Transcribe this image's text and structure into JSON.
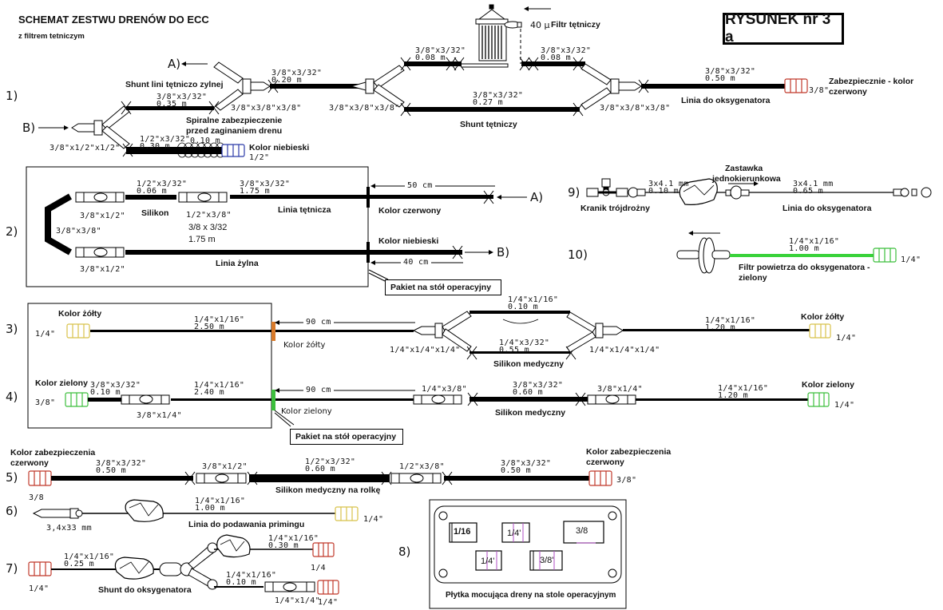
{
  "header": {
    "title": "SCHEMAT ZESTWU DRENÓW DO ECC",
    "subtitle": "z filtrem tetniczym",
    "figure_label": "RYSUNEK nr 3 a"
  },
  "colors": {
    "line": "#000000",
    "red_cap": "#c0392b",
    "blue_cap": "#2b3aa8",
    "yellow_cap": "#d8c24a",
    "green_cap": "#3cbf3c",
    "orange_marker": "#d87a2a",
    "green_line": "#39d23a",
    "purple_clip": "#b04cc4"
  },
  "section1": {
    "number": "1)",
    "label_a": "A)",
    "label_b": "B)",
    "shunt_av": "Shunt lini tętniczo zylnej",
    "tube_035": {
      "size": "3/8\"x3/32\"",
      "length": "0.35  m"
    },
    "tube_020": {
      "size": "3/8\"x3/32\"",
      "length": "0.20  m"
    },
    "connector_y1": "3/8\"x3/8\"x3/8\"",
    "connector_y_b": "3/8\"x1/2\"x1/2\"",
    "spiral_note_1": "Spiralne zabezpieczenie",
    "spiral_note_2": "przed zaginaniem drenu",
    "tube_030": {
      "size": "1/2\"x3/32\"",
      "length": "0.30  m"
    },
    "spiral_len": "0.10  m",
    "blue_color": "Kolor niebieski",
    "blue_size": "1/2\"",
    "filter_label": "Filtr tętniczy",
    "filter_mu": "40  µ",
    "tube_008a": {
      "size": "3/8\"x3/32\"",
      "length": "0.08  m"
    },
    "tube_008b": {
      "size": "3/8\"x3/32\"",
      "length": "0.08  m"
    },
    "tube_027": {
      "size": "3/8\"x3/32\"",
      "length": "0.27  m"
    },
    "connector_y2": "3/8\"x3/8\"x3/8\"",
    "connector_y3": "3/8\"x3/8\"x3/8\"",
    "shunt_art": "Shunt tętniczy",
    "tube_050": {
      "size": "3/8\"x3/32\"",
      "length": "0.50  m"
    },
    "oxy_line": "Linia do oksygenatora",
    "red_size": "3/8\"",
    "red_note_1": "Zabezpiecznie - kolor",
    "red_note_2": "czerwony"
  },
  "section2": {
    "number": "2)",
    "conn_top": "3/8\"x1/2\"",
    "conn_bottom": "3/8\"x1/2\"",
    "loop": "3/8\"x3/8\"",
    "silicon_tube": {
      "size": "1/2\"x3/32\"",
      "length": "0.06  m"
    },
    "silicon": "Silikon",
    "conn_mid": "1/2\"x3/8\"",
    "art_tube": {
      "size": "3/8\"x3/32\"",
      "length": "1.75  m"
    },
    "art_line": "Linia tętnicza",
    "ven_tube_1": "3/8 x 3/32",
    "ven_tube_2": "1.75 m",
    "ven_line": "Linia żylna",
    "dist_a": "50  cm",
    "dist_b": "40  cm",
    "red_color": "Kolor czerwony",
    "blue_color": "Kolor niebieski",
    "label_a": "A)",
    "label_b": "B)",
    "packet": "Pakiet na stół operacyjny"
  },
  "section3": {
    "number": "3)",
    "color_left": "Kolor żółty",
    "size_left": "1/4\"",
    "tube_250": {
      "size": "1/4\"x1/16\"",
      "length": "2.50  m"
    },
    "dist": "90  cm",
    "marker_label": "Kolor żółty",
    "tube_010": {
      "size": "1/4\"x1/16\"",
      "length": "0.10  m"
    },
    "tube_055": {
      "size": "1/4\"x3/32\"",
      "length": "0.55  m"
    },
    "y_left": "1/4\"x1/4\"x1/4\"",
    "y_right": "1/4\"x1/4\"x1/4\"",
    "silicon": "Silikon medyczny",
    "tube_120": {
      "size": "1/4\"x1/16\"",
      "length": "1.20  m"
    },
    "color_right": "Kolor żółty",
    "size_right": "1/4\""
  },
  "section4": {
    "number": "4)",
    "color_left": "Kolor zielony",
    "size_left": "3/8\"",
    "tube_010": {
      "size": "3/8\"x3/32\"",
      "length": "0.10  m"
    },
    "conn_1": "3/8\"x1/4\"",
    "tube_240": {
      "size": "1/4\"x1/16\"",
      "length": "2.40  m"
    },
    "dist": "90  cm",
    "marker_label": "Kolor zielony",
    "packet": "Pakiet na stół operacyjny",
    "conn_2": "1/4\"x3/8\"",
    "tube_060": {
      "size": "3/8\"x3/32\"",
      "length": "0.60  m"
    },
    "conn_3": "3/8\"x1/4\"",
    "silicon": "Silikon medyczny",
    "tube_120": {
      "size": "1/4\"x1/16\"",
      "length": "1.20  m"
    },
    "color_right": "Kolor zielony",
    "size_right": "1/4\""
  },
  "section5": {
    "number": "5)",
    "color_left_1": "Kolor zabezpieczenia",
    "color_left_2": "czerwony",
    "size_left": "3/8",
    "tube_050a": {
      "size": "3/8\"x3/32\"",
      "length": "0.50  m"
    },
    "conn_1": "3/8\"x1/2\"",
    "tube_060": {
      "size": "1/2\"x3/32\"",
      "length": "0.60  m"
    },
    "silicon_roll": "Silikon medyczny na rolkę",
    "conn_2": "1/2\"x3/8\"",
    "tube_050b": {
      "size": "3/8\"x3/32\"",
      "length": "0.50  m"
    },
    "color_right_1": "Kolor zabezpieczenia",
    "color_right_2": "czerwony",
    "size_right": "3/8\""
  },
  "section6": {
    "number": "6)",
    "needle": "3,4x33  mm",
    "tube": {
      "size": "1/4\"x1/16\"",
      "length": "1.00  m"
    },
    "label": "Linia do podawania primingu",
    "size_right": "1/4\""
  },
  "section7": {
    "number": "7)",
    "size_left": "1/4\"",
    "tube_025": {
      "size": "1/4\"x1/16\"",
      "length": "0.25  m"
    },
    "label": "Shunt do oksygenatora",
    "tube_030": {
      "size": "1/4\"x1/16\"",
      "length": "0.30  m"
    },
    "size_top": "1/4",
    "tube_010": {
      "size": "1/4\"x1/16\"",
      "length": "0.10  m"
    },
    "conn": "1/4\"x1/4\"",
    "size_bottom": "1/4\""
  },
  "section8": {
    "number": "8)",
    "slots": [
      "1/16",
      "1/4'",
      "3/8",
      "1/4'",
      "3/8'"
    ],
    "label": "Płytka mocująca dreny na stole operacyjnym"
  },
  "section9": {
    "number": "9)",
    "stopcock": "Kranik trójdrożny",
    "tube_010": {
      "size": "3x4.1  mm",
      "length": "0.10  m"
    },
    "valve_1": "Zastawka",
    "valve_2": "jednokierunkowa",
    "tube_065": {
      "size": "3x4.1  mm",
      "length": "0.65  m"
    },
    "oxy_line": "Linia do oksygenatora"
  },
  "section10": {
    "number": "10)",
    "tube": {
      "size": "1/4\"x1/16\"",
      "length": "1.00  m"
    },
    "size_right": "1/4\"",
    "label_1": "Filtr powietrza do oksygenatora -",
    "label_2": "zielony"
  }
}
